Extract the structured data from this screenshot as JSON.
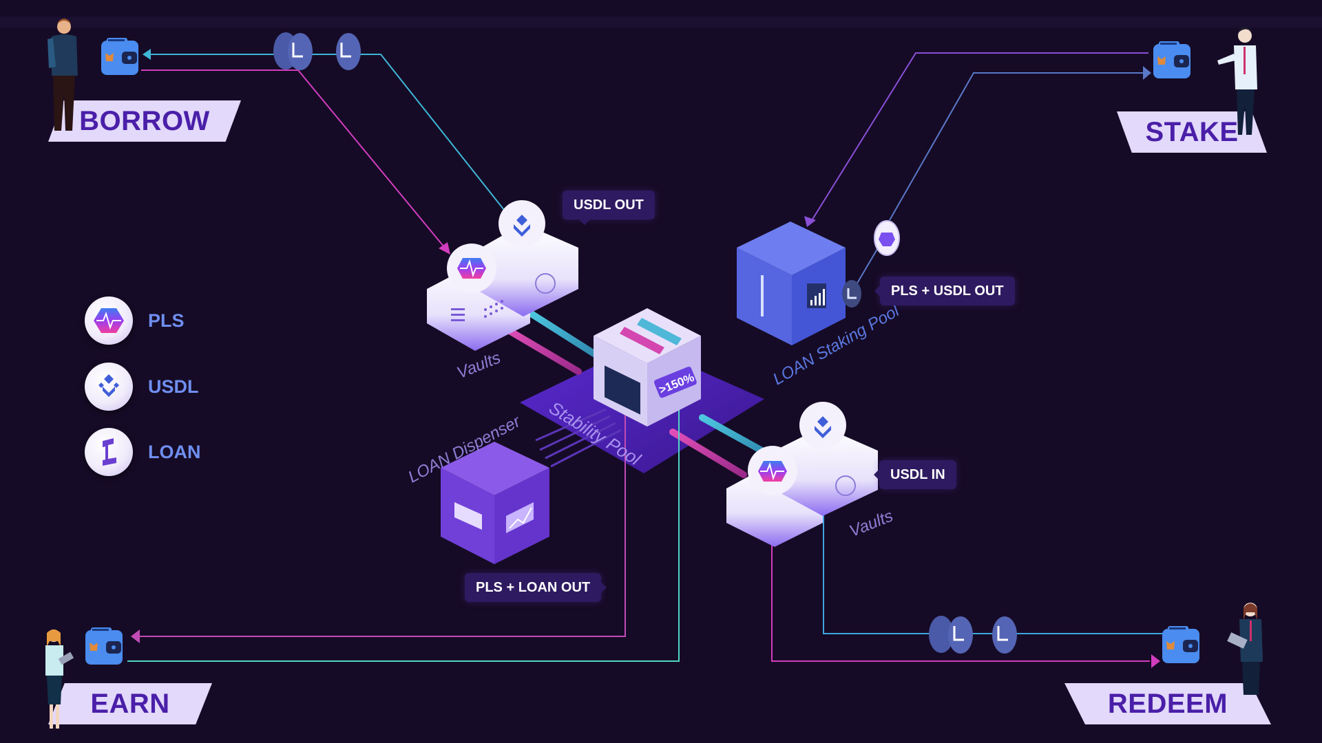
{
  "actions": {
    "borrow": "BORROW",
    "stake": "STAKE",
    "earn": "EARN",
    "redeem": "REDEEM"
  },
  "legend": [
    {
      "token": "PLS",
      "icon": "pls-pulse-icon"
    },
    {
      "token": "USDL",
      "icon": "usdl-diamond-icon"
    },
    {
      "token": "LOAN",
      "icon": "loan-z-icon"
    }
  ],
  "flow_labels": {
    "usdl_out": "USDL OUT",
    "pls_usdl_out": "PLS + USDL OUT",
    "usdl_in": "USDL IN",
    "pls_loan_out": "PLS + LOAN OUT"
  },
  "components": {
    "vaults_top": "Vaults",
    "vaults_bottom": "Vaults",
    "stability_pool": "Stability Pool",
    "staking_pool": "LOAN Staking Pool",
    "dispenser": "LOAN Dispenser",
    "collateral_ratio": ">150%"
  },
  "colors": {
    "background": "#160b26",
    "pls_flow": "#d23dbf",
    "usdl_flow": "#3fb6d8",
    "stake_flow": "#8a4fd8",
    "stake_return": "#5a78c8",
    "earn_usdl": "#4fd6c6",
    "label_bg": "#2e1a60",
    "action_bg": "#e2d9fb",
    "action_text": "#4a1fa8",
    "legend_text": "#6f8ff0"
  }
}
